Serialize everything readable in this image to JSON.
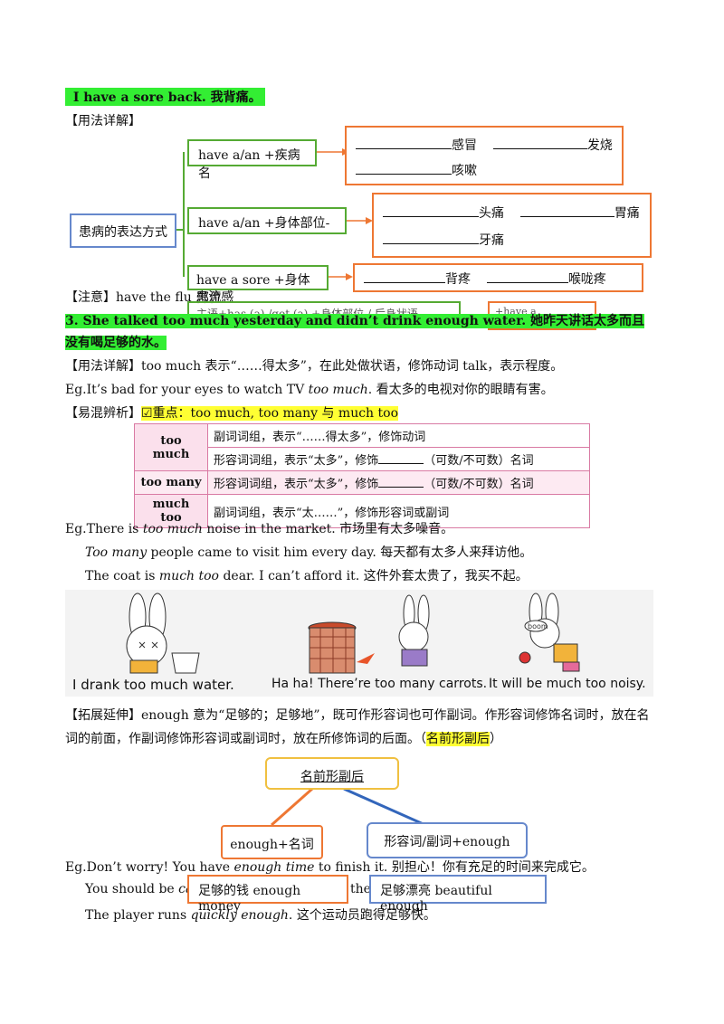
{
  "sec1": {
    "title": "I have a sore back. 我背痛。"
  },
  "usage_heading": "【用法详解】",
  "diagram1": {
    "root": "患病的表达方式",
    "b1": "have a/an +疾病名",
    "b2": "have a/an +身体部位-",
    "b3": "have a sore +身体部位",
    "o1a": "感冒",
    "o1b": "发烧",
    "o1c": "咳嗽",
    "o2a": "头痛",
    "o2b": "胃痛",
    "o2c": "牙痛",
    "o3a": "背疼",
    "o3b": "喉咙疼"
  },
  "note": "【注意】have the flu 患流感",
  "note_overlap1": "主语+has (a) /got (a) +身体部位 / 后身状语",
  "note_overlap2": "+have a stomachache",
  "sec3": {
    "title": "3. She talked too much yesterday and didn’t drink enough water. 她昨天讲话太多而且没有喝足够的水。"
  },
  "usage3": "【用法详解】too much 表示“……得太多”，在此处做状语，修饰动词 talk，表示程度。",
  "eg1": "Eg.It’s bad for your eyes to watch TV ",
  "eg1_it": "too much",
  "eg1_rest": ". 看太多的电视对你的眼睛有害。",
  "confuse_label": "【易混辨析】",
  "confuse_key": "☑重点：too much, too many 与 much too",
  "table": {
    "r1h": "too much",
    "r1a": "副词词组，表示“……得太多”，修饰动词",
    "r1b_pre": "形容词词组，表示“太多”，修饰",
    "r1b_post": "（可数/不可数）名词",
    "r2h": "too many",
    "r2_pre": "形容词词组，表示“太多”，修饰",
    "r2_post": "（可数/不可数）名词",
    "r3h": "much too",
    "r3": "副词词组，表示“太……”，修饰形容词或副词"
  },
  "ex2_pre": "Eg.There is ",
  "ex2_it": "too much",
  "ex2_post": " noise in the market. 市场里有太多噪音。",
  "ex3_it": "Too many",
  "ex3_post": " people came to visit him every day. 每天都有太多人来拜访他。",
  "ex4_pre": "The coat is ",
  "ex4_it": "much too",
  "ex4_post": " dear. I can’t afford it. 这件外套太贵了，我买不起。",
  "captions": {
    "c1": "I drank too much water.",
    "c2": "Ha ha! There’re too many carrots.",
    "c3": "It will be much too noisy.",
    "boom": "boom"
  },
  "extend": "【拓展延伸】enough 意为“足够的；足够地”，既可作形容词也可作副词。作形容词修饰名词时，放在名词的前面，作副词修饰形容词或副词时，放在所修饰词的后面。（",
  "extend_hl": "名前形副后",
  "extend_end": "）",
  "diagram2": {
    "top": "名前形副后",
    "left": "enough+名词",
    "right": "形容词/副词+enough"
  },
  "eg5_pre": "Eg.Don’t worry! You have ",
  "eg5_it": "enough time",
  "eg5_post": " to finish it. 别担心！你有充足的时间来完成它。",
  "eg6_pre": "You should be ",
  "eg6_it": "car",
  "eg6_mid": "the",
  "box_money": "足够的钱 enough money",
  "box_pretty": "足够漂亮 beautiful enough",
  "eg7_pre": "The player runs ",
  "eg7_it": "quickly enough",
  "eg7_post": ". 这个运动员跑得足够快。"
}
